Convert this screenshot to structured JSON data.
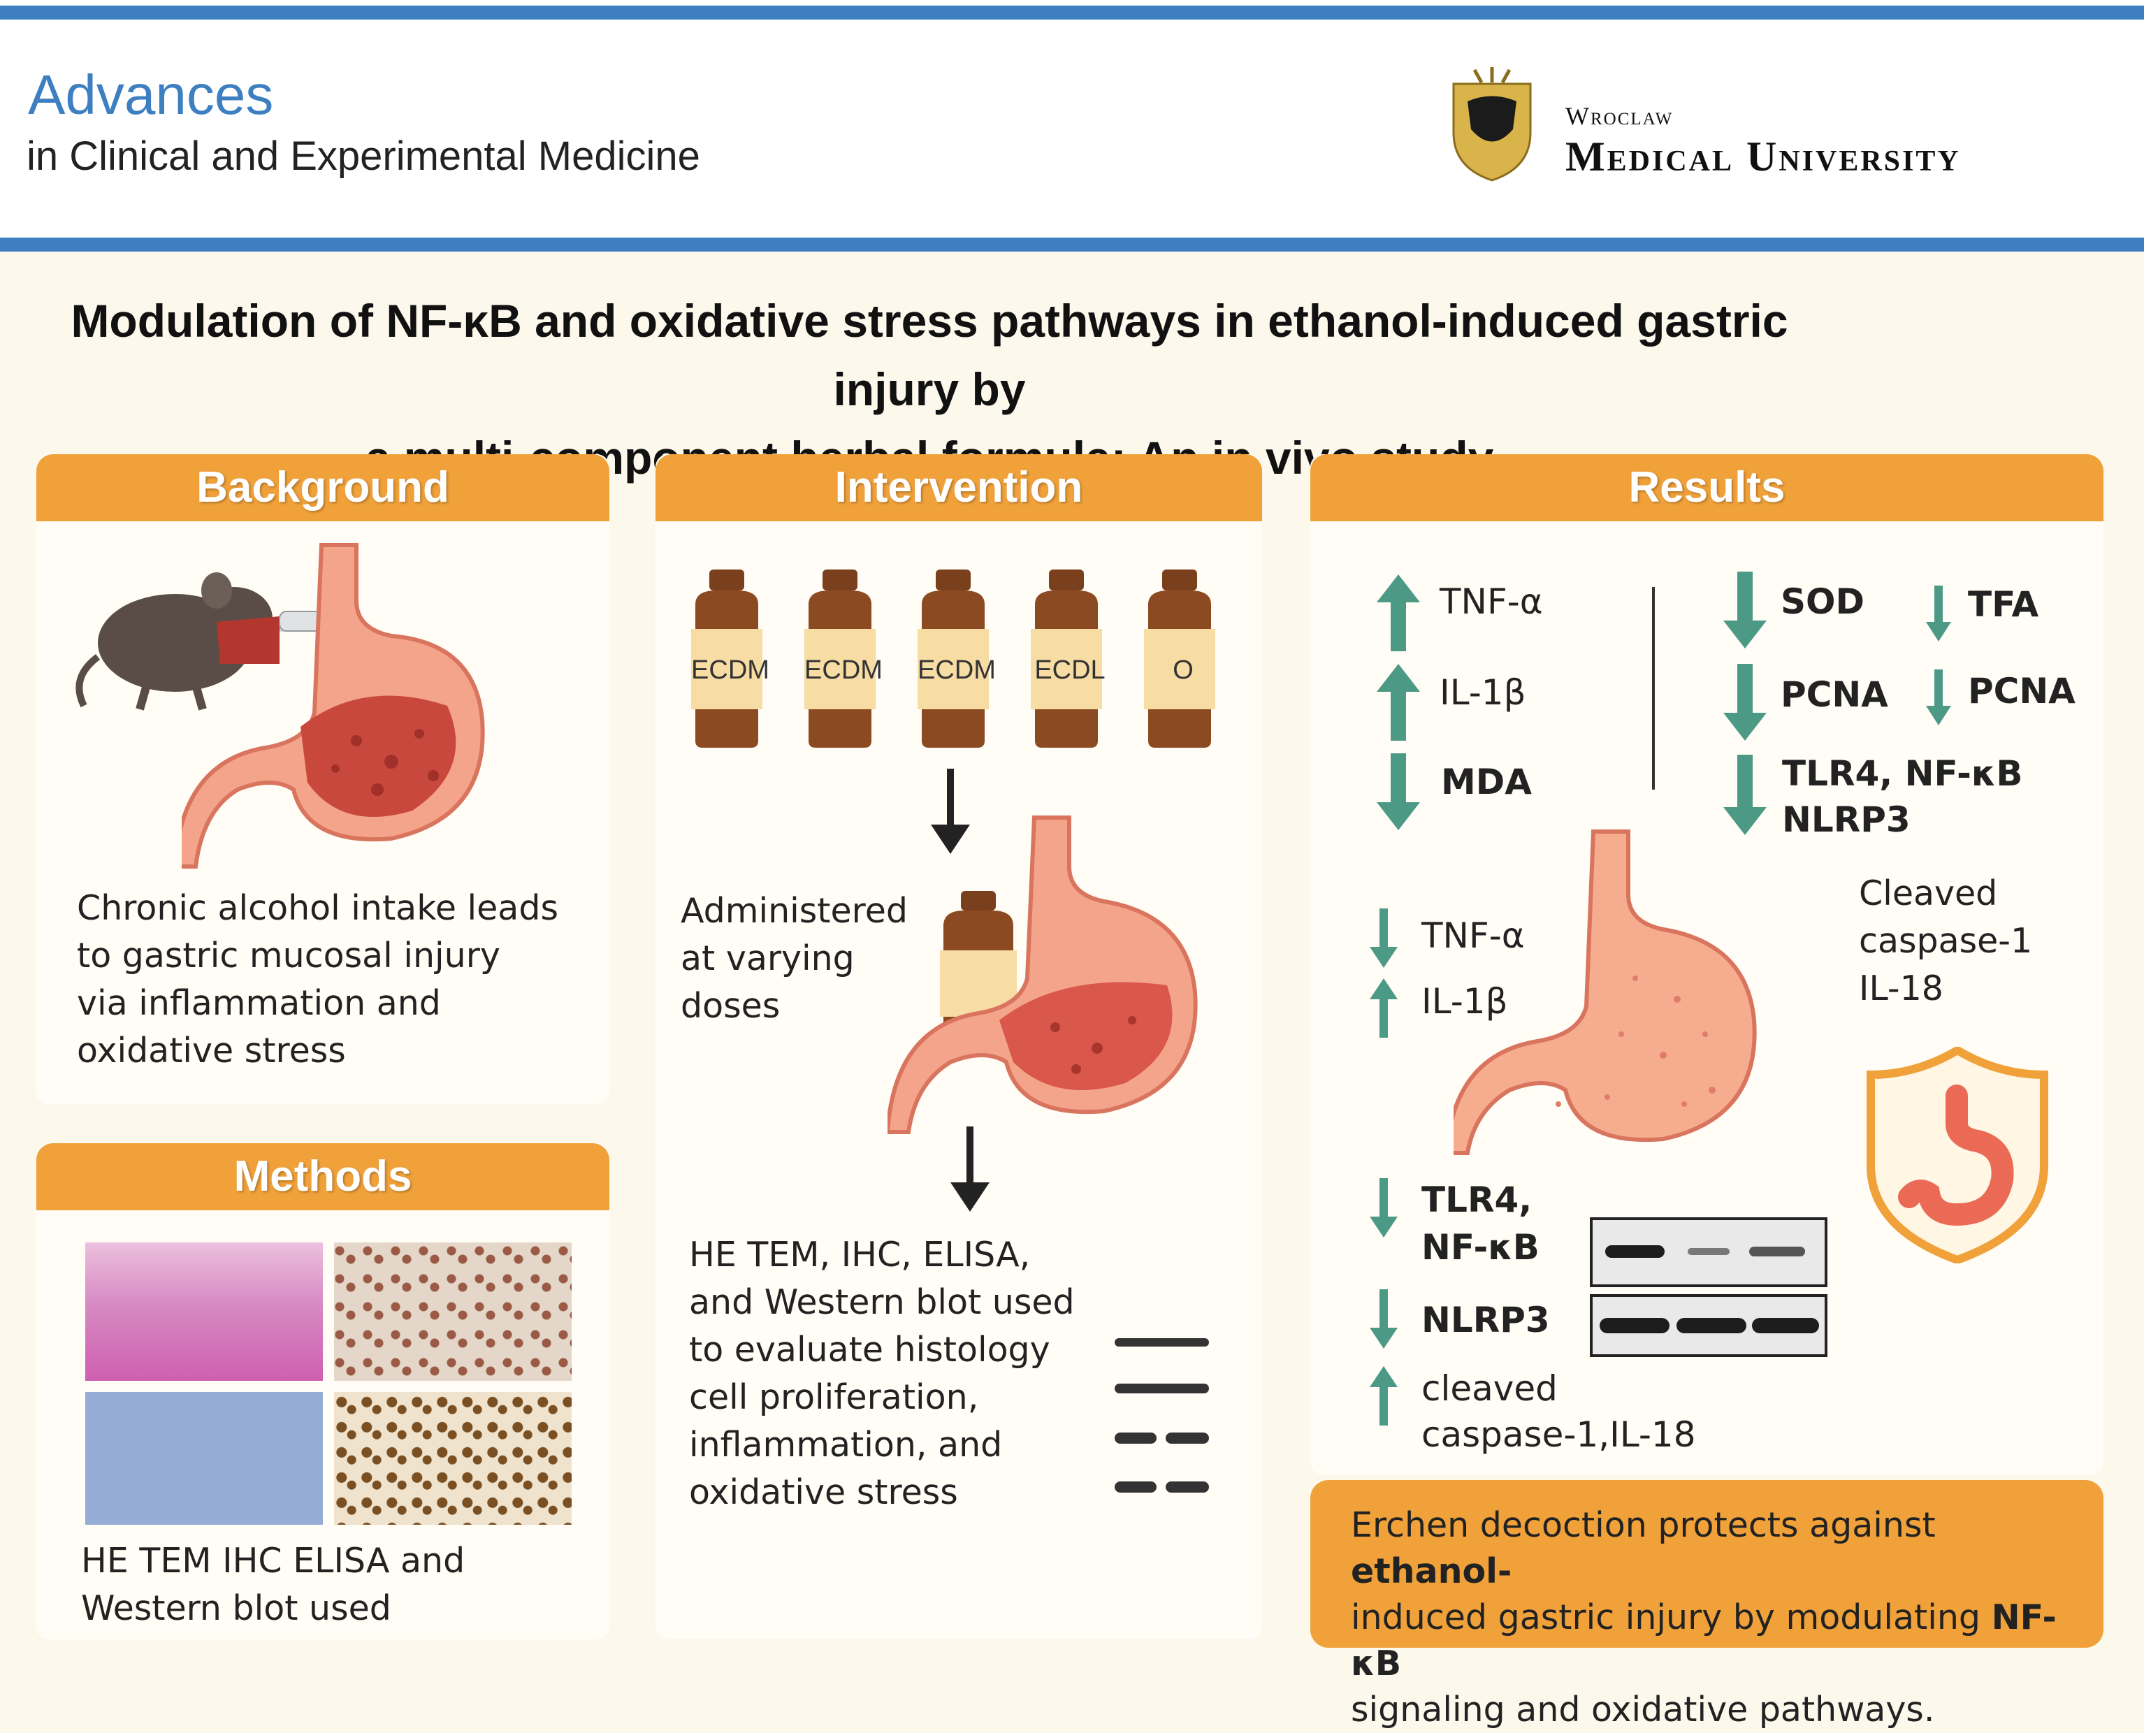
{
  "header": {
    "journal_name": "Advances",
    "journal_subtitle": "in Clinical and Experimental Medicine",
    "university_line1": "Wroclaw",
    "university_line2": "Medical University"
  },
  "title": {
    "line1": "Modulation of NF-κB and oxidative stress pathways in ethanol-induced gastric injury by",
    "line2": "a multi-component herbal formula: An in vivo study"
  },
  "background": {
    "heading": "Background",
    "text": [
      "Chronic alcohol intake leads",
      "to gastric mucosal injury",
      "via inflammation and",
      "oxidative stress"
    ]
  },
  "methods": {
    "heading": "Methods",
    "caption": [
      "HE  TEM  IHC  ELISA  and",
      "Western blot used"
    ]
  },
  "intervention": {
    "heading": "Intervention",
    "bottles": [
      "ECDM",
      "ECDM",
      "ECDM",
      "ECDL",
      "O"
    ],
    "administration": [
      "Administered",
      "at varying",
      "doses"
    ],
    "evaluation": [
      "HE  TEM, IHC, ELISA,",
      "and Western blot used",
      "to evaluate histology",
      "cell proliferation,",
      "inflammation, and",
      "oxidative stress"
    ]
  },
  "results": {
    "heading": "Results",
    "left_group": [
      {
        "label": "TNF-α",
        "direction": "up"
      },
      {
        "label": "IL-1β",
        "direction": "up"
      },
      {
        "label": "MDA",
        "direction": "down"
      }
    ],
    "right_group": [
      {
        "label": "SOD",
        "direction": "down"
      },
      {
        "label": "TFA",
        "direction": "down"
      },
      {
        "label": "PCNA",
        "direction": "down"
      },
      {
        "label": "PCNA",
        "direction": "down"
      },
      {
        "label": "TLR4, NF-κB",
        "direction": "down"
      },
      {
        "label": "NLRP3",
        "direction": ""
      }
    ],
    "middle_group": [
      {
        "label": "TNF-α",
        "direction": "down"
      },
      {
        "label": "IL-1β",
        "direction": "up"
      }
    ],
    "cleaved_note": [
      "Cleaved",
      "caspase-1",
      "IL-18"
    ],
    "bottom_group": [
      {
        "label": "TLR4,",
        "direction": "down"
      },
      {
        "label": "NF-κB",
        "direction": ""
      },
      {
        "label": "NLRP3",
        "direction": "down"
      },
      {
        "label": "cleaved",
        "direction": "up"
      },
      {
        "label": "caspase-1,IL-18",
        "direction": ""
      }
    ]
  },
  "conclusion": {
    "part1": "Erchen decoction protects against ",
    "part2": "ethanol-",
    "part3": "induced gastric injury by modulating ",
    "part4": "NF-κB",
    "part5": "signaling and oxidative pathways."
  },
  "colors": {
    "accent_blue": "#3d7fc0",
    "panel_orange": "#f0a13a",
    "arrow_teal": "#4c9a86",
    "stomach_pink": "#f4a48a"
  }
}
